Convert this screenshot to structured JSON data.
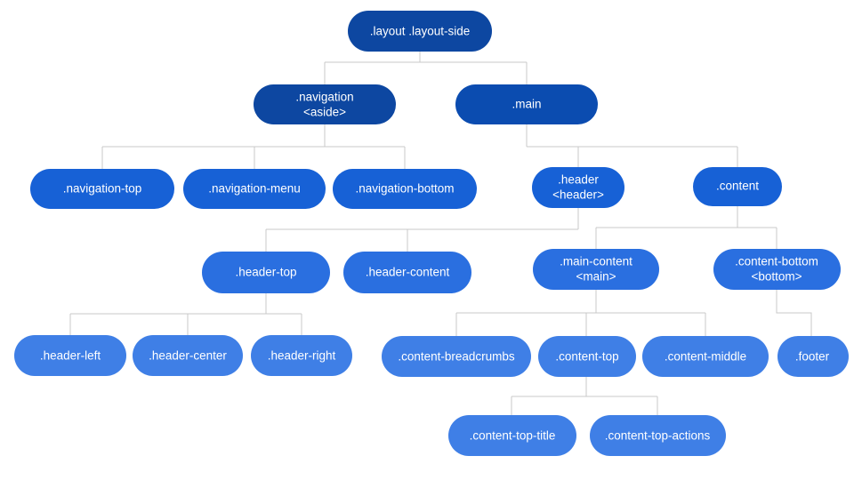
{
  "nodes": {
    "root": ".layout .layout-side",
    "navigation": [
      ".navigation",
      "<aside>"
    ],
    "main": ".main",
    "navigation_top": ".navigation-top",
    "navigation_menu": ".navigation-menu",
    "navigation_bottom": ".navigation-bottom",
    "header": [
      ".header",
      "<header>"
    ],
    "content": ".content",
    "header_top": ".header-top",
    "header_content": ".header-content",
    "main_content": [
      ".main-content",
      "<main>"
    ],
    "content_bottom": [
      ".content-bottom",
      "<bottom>"
    ],
    "header_left": ".header-left",
    "header_center": ".header-center",
    "header_right": ".header-right",
    "content_breadcrumbs": ".content-breadcrumbs",
    "content_top": ".content-top",
    "content_middle": ".content-middle",
    "footer": ".footer",
    "content_top_title": ".content-top-title",
    "content_top_actions": ".content-top-actions"
  },
  "colors": {
    "edge": "#c8c8c8",
    "node_text": "#ffffff"
  }
}
